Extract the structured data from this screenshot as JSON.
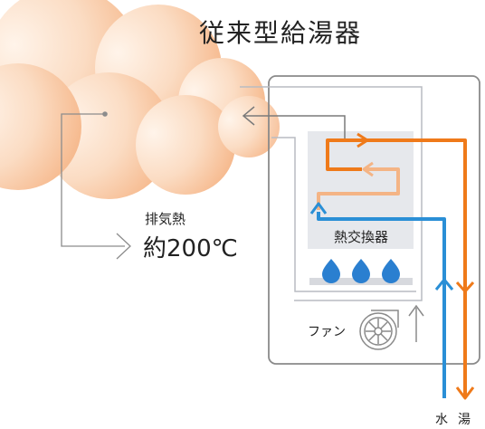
{
  "title": "従来型給湯器",
  "labels": {
    "exhaust_heat": "排気熱",
    "temperature": "約200℃",
    "heat_exchanger": "熱交換器",
    "fan": "ファン",
    "water": "水",
    "hot_water": "湯"
  },
  "colors": {
    "hot": "#ef7a1a",
    "cool": "#f4b485",
    "cold": "#2a8fd6",
    "flame": "#2a7fd0",
    "exhaust_line": "#7a7a7a",
    "outline": "#9a9a9a",
    "exchanger_bg": "#e6e8ec",
    "cloud": "#f7c9a3"
  },
  "icons": [
    "flame-icon",
    "flame-icon",
    "flame-icon",
    "fan-icon",
    "up-arrow-icon"
  ]
}
